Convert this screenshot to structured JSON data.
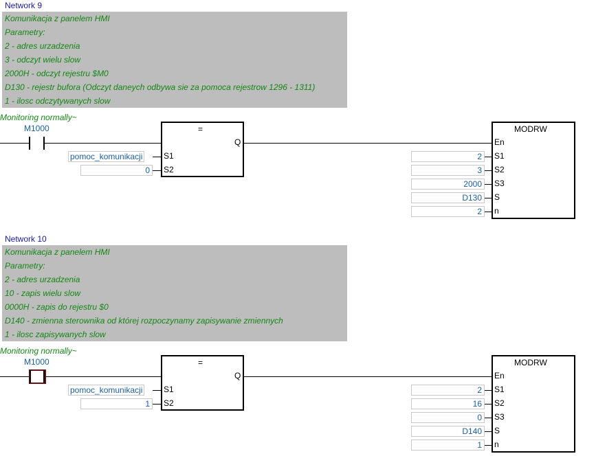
{
  "networks": [
    {
      "title": "Network 9",
      "comment": [
        "Komunikacja z panelem HMI",
        "Parametry:",
        "2 - adres urzadzenia",
        "3 - odczyt wielu slow",
        "2000H - odczyt rejestru $M0",
        "D130  - rejestr bufora (Odczyt daneych odbywa sie za pomoca rejestrow 1296 - 1311)",
        "1 - ilosc odczytywanych slow"
      ],
      "monitoring": "Monitoring normally~",
      "contact_label": "M1000",
      "contact_active": false,
      "compare": {
        "symbol": "=",
        "out_pin": "Q",
        "pins": [
          "S1",
          "S2"
        ],
        "s1_value": "pomoc_komunikacji",
        "s2_value": "0"
      },
      "modrw": {
        "title": "MODRW",
        "pins": [
          "En",
          "S1",
          "S2",
          "S3",
          "S",
          "n"
        ],
        "values": [
          "2",
          "3",
          "2000",
          "D130",
          "2"
        ]
      }
    },
    {
      "title": "Network 10",
      "comment": [
        "Komunikacja z panelem HMI",
        "Parametry:",
        "2 - adres urzadzenia",
        "10 - zapis wielu slow",
        "0000H - zapis do rejestru $0",
        "D140  - zmienna sterownika od której rozpoczynamy zapisywanie zmiennych",
        "1 - ilosc zapisywanych slow"
      ],
      "monitoring": "Monitoring normally~",
      "contact_label": "M1000",
      "contact_active": true,
      "compare": {
        "symbol": "=",
        "out_pin": "Q",
        "pins": [
          "S1",
          "S2"
        ],
        "s1_value": "pomoc_komunikacji",
        "s2_value": "1"
      },
      "modrw": {
        "title": "MODRW",
        "pins": [
          "En",
          "S1",
          "S2",
          "S3",
          "S",
          "n"
        ],
        "values": [
          "2",
          "16",
          "0",
          "D140",
          "1"
        ]
      }
    }
  ]
}
